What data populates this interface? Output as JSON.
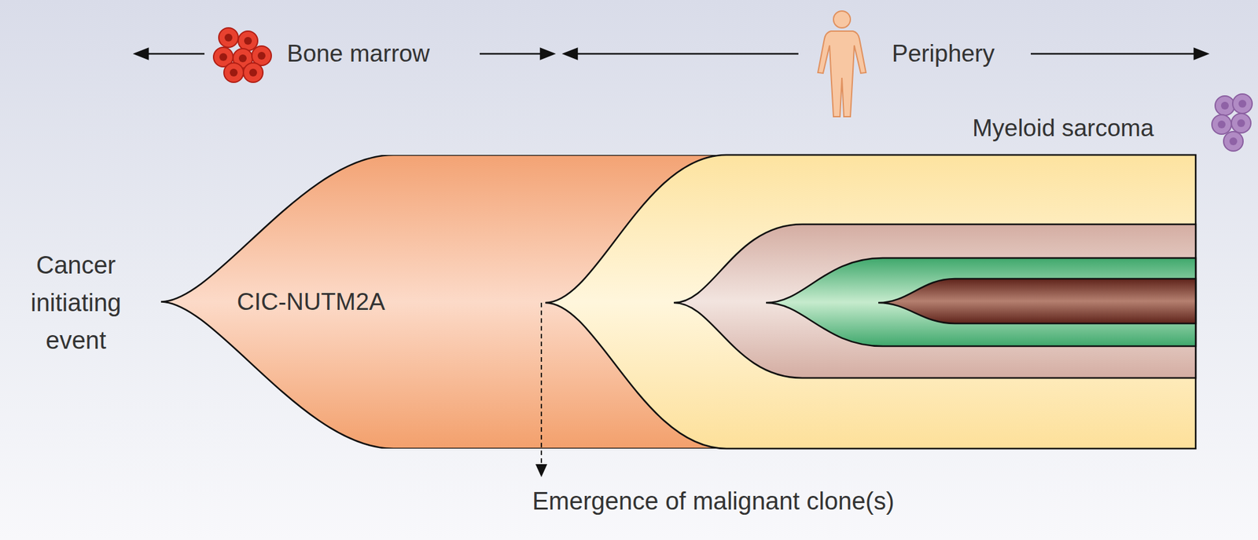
{
  "diagram": {
    "nodes": [
      {
        "text": [
          "CIC-NUTM2A"
        ]
      }
    ],
    "labels": [
      "Bone marrow",
      "Periphery",
      "Myeloid sarcoma",
      "Cancer initiating event",
      "Emergence of malignant clone(s)"
    ]
  }
}
